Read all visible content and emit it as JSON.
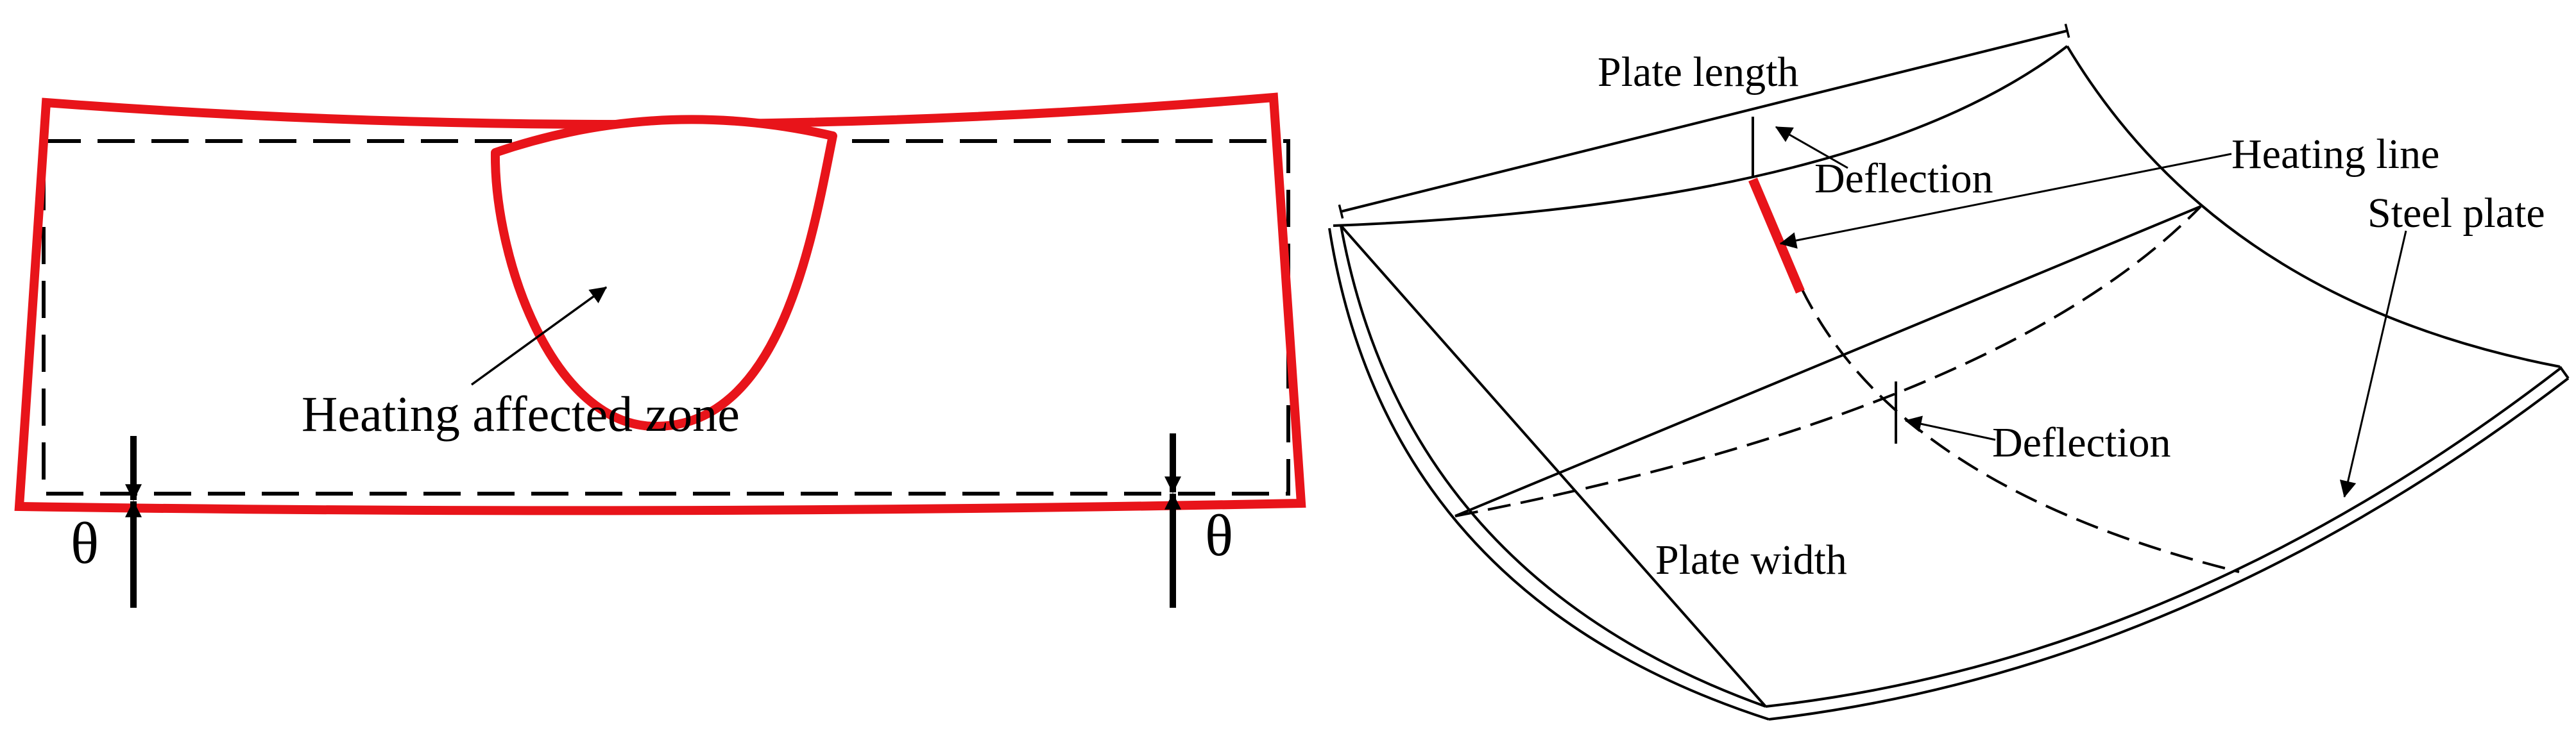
{
  "colors": {
    "background": "#ffffff",
    "deformed_outline": "#e8141a",
    "line": "#000000"
  },
  "left_panel": {
    "hez_label": "Heating affected zone",
    "theta_left": "θ",
    "theta_right": "θ"
  },
  "right_panel": {
    "plate_length": "Plate length",
    "deflection_top": "Deflection",
    "heating_line": "Heating line",
    "steel_plate": "Steel plate",
    "deflection_mid": "Deflection",
    "plate_width": "Plate width"
  }
}
